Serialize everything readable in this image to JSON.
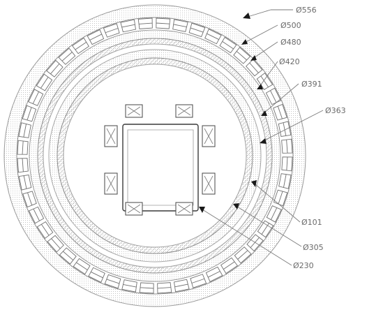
{
  "diagram": {
    "dimension_labels": [
      {
        "id": "d556",
        "text": "Ø556"
      },
      {
        "id": "d500",
        "text": "Ø500"
      },
      {
        "id": "d480",
        "text": "Ø480"
      },
      {
        "id": "d420",
        "text": "Ø420"
      },
      {
        "id": "d391",
        "text": "Ø391"
      },
      {
        "id": "d363",
        "text": "Ø363"
      },
      {
        "id": "d101",
        "text": "Ø101"
      },
      {
        "id": "d305",
        "text": "Ø305"
      },
      {
        "id": "d230",
        "text": "Ø230"
      }
    ],
    "colors": {
      "line": "#8a8a8a",
      "hatch": "#b0b0b0",
      "dark": "#222222",
      "text": "#6a6a6a"
    }
  }
}
